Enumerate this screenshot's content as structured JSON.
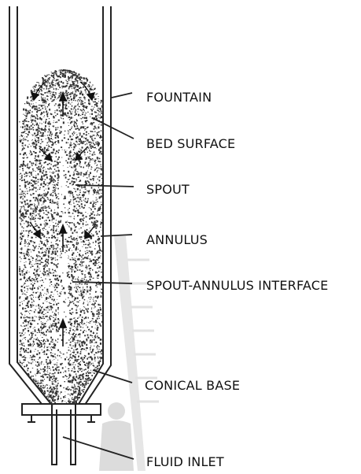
{
  "diagram": {
    "labels": {
      "fountain": "FOUNTAIN",
      "bed_surface": "BED SURFACE",
      "spout": "SPOUT",
      "annulus": "ANNULUS",
      "interface": "SPOUT-ANNULUS INTERFACE",
      "conical_base": "CONICAL BASE",
      "fluid_inlet": "FLUID INLET"
    },
    "colors": {
      "line": "#222222",
      "particles": "#333333",
      "watermark": "#d8d8d8"
    }
  }
}
